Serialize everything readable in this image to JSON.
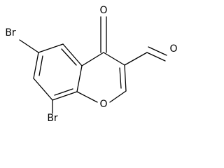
{
  "molecule": {
    "atoms": {
      "carbonyl_oxygen": "O",
      "aldehyde_oxygen": "O",
      "ring_oxygen": "O",
      "bromine_6": "Br",
      "bromine_8": "Br"
    }
  }
}
